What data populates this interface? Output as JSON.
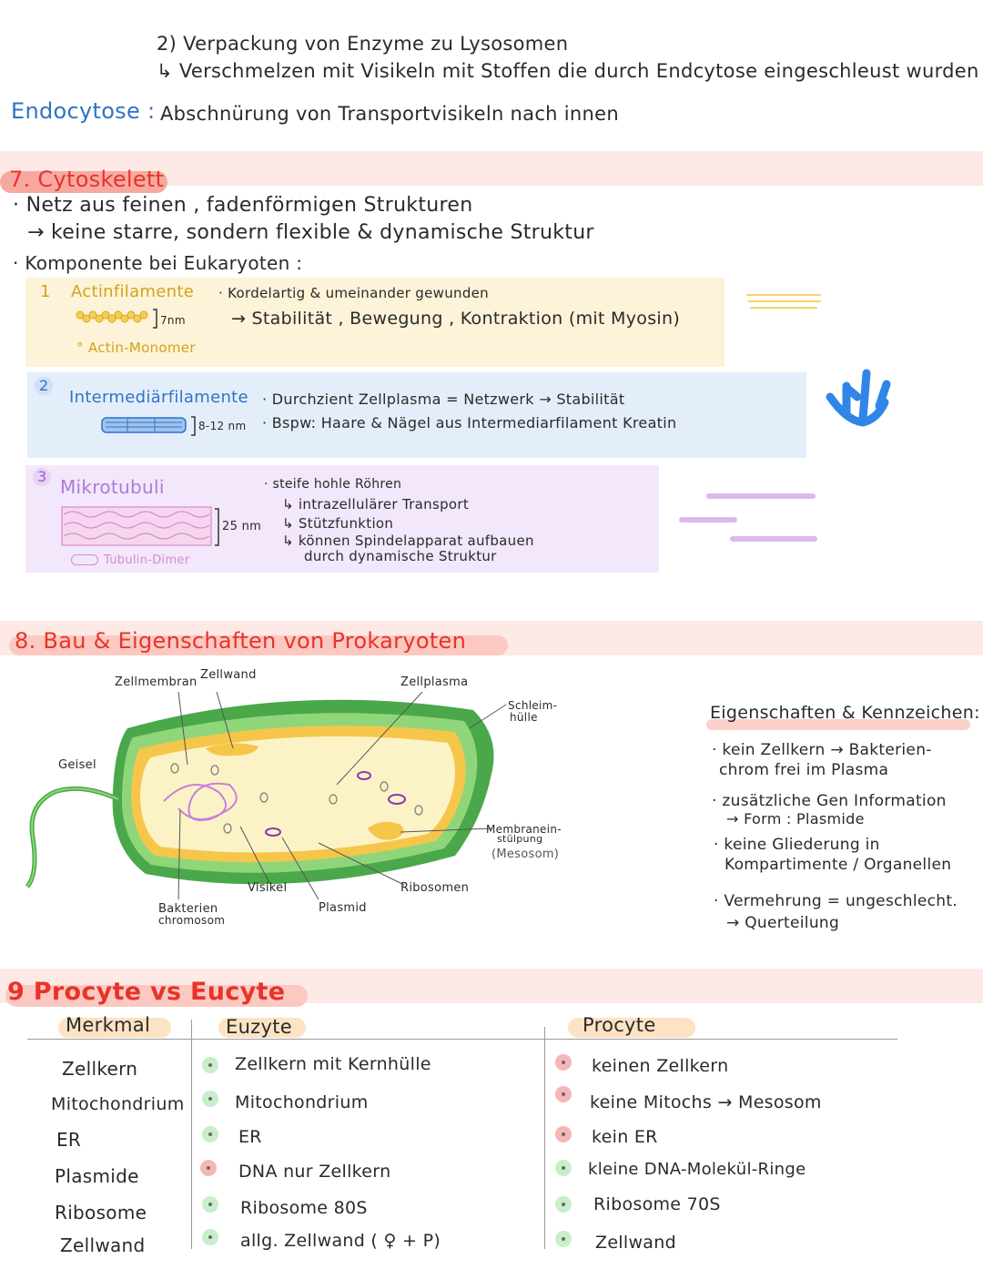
{
  "top": {
    "item2": "2) Verpackung von Enzyme zu Lysosomen",
    "item2_sub": "↳ Verschmelzen mit Visikeln mit Stoffen die durch Endcytose eingeschleust wurden",
    "endocytose_label": "Endocytose :",
    "endocytose_text": "Abschnürung von Transportvisikeln nach innen"
  },
  "section7": {
    "title": "7. Cytoskelett",
    "line1": "· Netz aus feinen , fadenförmigen Strukturen",
    "line2": "→ keine starre, sondern flexible & dynamische Struktur",
    "line3": "· Komponente bei Eukaryoten :",
    "comp1": {
      "num": "1",
      "name": "Actinfilamente",
      "size": "7nm",
      "sub": "° Actin-Monomer",
      "t1": "· Kordelartig & umeinander gewunden",
      "t2": "→ Stabilität , Bewegung , Kontraktion (mit Myosin)"
    },
    "comp2": {
      "num": "2",
      "name": "Intermediärfilamente",
      "size": "8-12 nm",
      "t1": "· Durchzient Zellplasma = Netzwerk → Stabilität",
      "t2": "· Bspw: Haare & Nägel aus Intermediarfilament Kreatin"
    },
    "comp3": {
      "num": "3",
      "name": "Mikrotubuli",
      "size": "25 nm",
      "sub": "Tubulin-Dimer",
      "t1": "· steife hohle Röhren",
      "t2": "↳ intrazellulärer Transport",
      "t3": "↳ Stützfunktion",
      "t4": "↳ können Spindelapparat aufbauen",
      "t5": "durch dynamische Struktur"
    }
  },
  "section8": {
    "title": "8. Bau & Eigenschaften von Prokaryoten",
    "labels": {
      "zellmembran": "Zellmembran",
      "zellwand": "Zellwand",
      "zellplasma": "Zellplasma",
      "schleim1": "Schleim-",
      "schleim2": "hülle",
      "geisel": "Geisel",
      "membran1": "Membranein-",
      "membran2": "stülpung",
      "membran3": "(Mesosom)",
      "visikel": "Visikel",
      "ribosomen": "Ribosomen",
      "plasmid": "Plasmid",
      "bakt1": "Bakterien",
      "bakt2": "chromosom"
    },
    "props_title": "Eigenschaften & Kennzeichen:",
    "props": [
      "· kein Zellkern  → Bakterien-",
      "chrom frei im Plasma",
      "· zusätzliche Gen Information",
      "→ Form : Plasmide",
      "· keine Gliederung in",
      "Kompartimente / Organellen",
      "· Vermehrung = ungeschlecht.",
      "→ Querteilung"
    ]
  },
  "section9": {
    "title": "9 Procyte vs Eucyte",
    "headers": [
      "Merkmal",
      "Euzyte",
      "Procyte"
    ],
    "rows": [
      {
        "m": "Zellkern",
        "e": "Zellkern mit Kernhülle",
        "eg": "g",
        "p": "keinen Zellkern",
        "pg": "r"
      },
      {
        "m": "Mitochondrium",
        "e": "Mitochondrium",
        "eg": "g",
        "p": "keine Mitochs  → Mesosom",
        "pg": "r"
      },
      {
        "m": "ER",
        "e": "ER",
        "eg": "g",
        "p": "kein ER",
        "pg": "r"
      },
      {
        "m": "Plasmide",
        "e": "DNA nur Zellkern",
        "eg": "r",
        "p": "kleine DNA-Molekül-Ringe",
        "pg": "g"
      },
      {
        "m": "Ribosome",
        "e": "Ribosome 80S",
        "eg": "g",
        "p": "Ribosome 70S",
        "pg": "g"
      },
      {
        "m": "Zellwand",
        "e": "allg. Zellwand ( ♀ + P)",
        "eg": "g",
        "p": "Zellwand",
        "pg": "g"
      }
    ]
  }
}
